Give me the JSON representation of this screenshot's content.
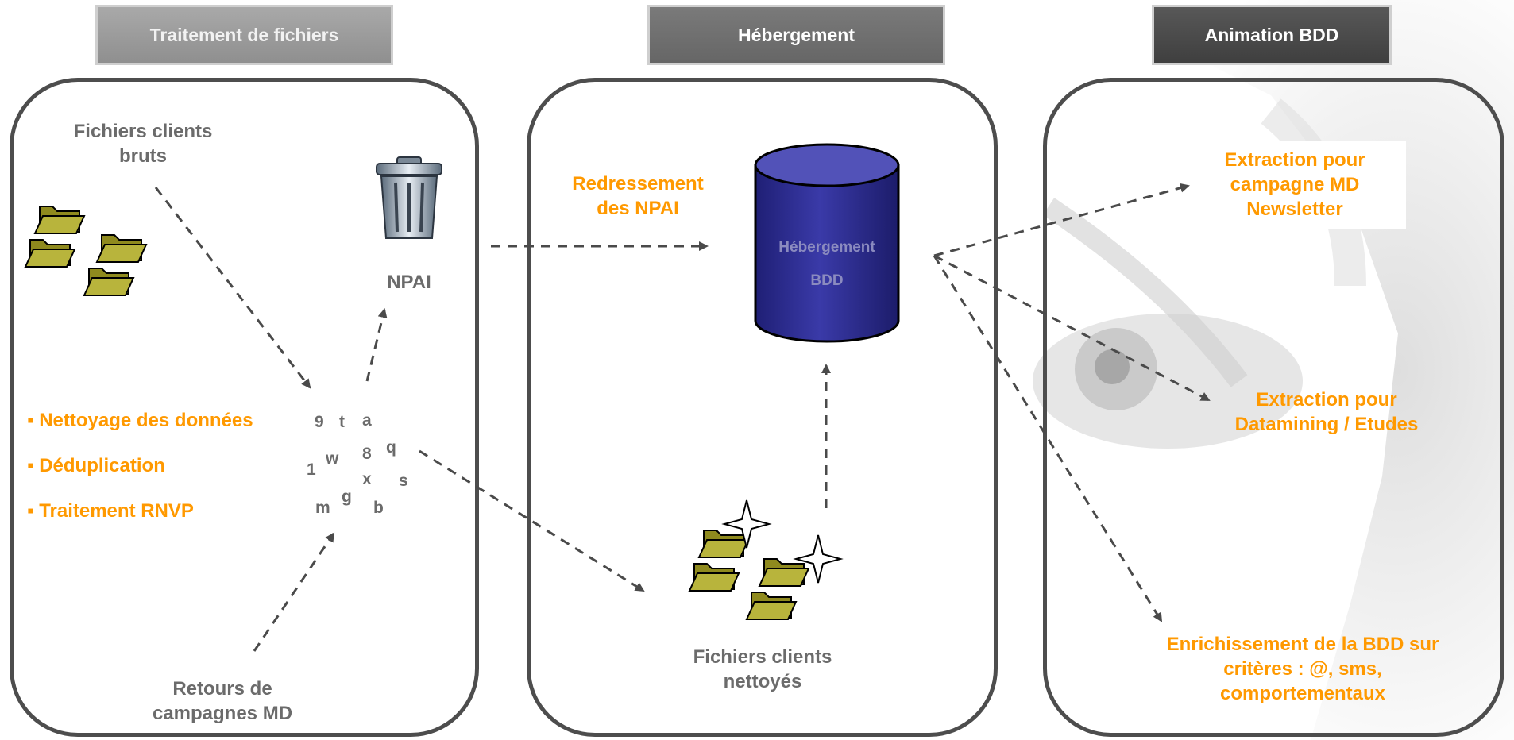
{
  "headers": {
    "file_processing": "Traitement de fichiers",
    "hosting": "Hébergement",
    "db_animation": "Animation BDD"
  },
  "panel1": {
    "raw_files": "Fichiers clients bruts",
    "npai": "NPAI",
    "bullets": [
      "Nettoyage des données",
      "Déduplication",
      "Traitement RNVP"
    ],
    "scramble": [
      "9",
      "t",
      "a",
      "1",
      "w",
      "8",
      "q",
      "x",
      "s",
      "m",
      "g",
      "b"
    ],
    "returns": "Retours de campagnes MD"
  },
  "panel2": {
    "redress": "Redressement des NPAI",
    "db_line1": "Hébergement",
    "db_line2": "BDD",
    "cleaned": "Fichiers clients nettoyés"
  },
  "panel3": {
    "extraction_md": "Extraction pour campagne MD Newsletter",
    "extraction_dm": "Extraction pour Datamining / Etudes",
    "enrich": "Enrichissement de la BDD sur critères : @, sms, comportementaux"
  },
  "colors": {
    "accent": "#ff9900",
    "text_gray": "#6b6b6b",
    "cylinder": "#2e2e8f",
    "folder": "#8f8a1e"
  }
}
